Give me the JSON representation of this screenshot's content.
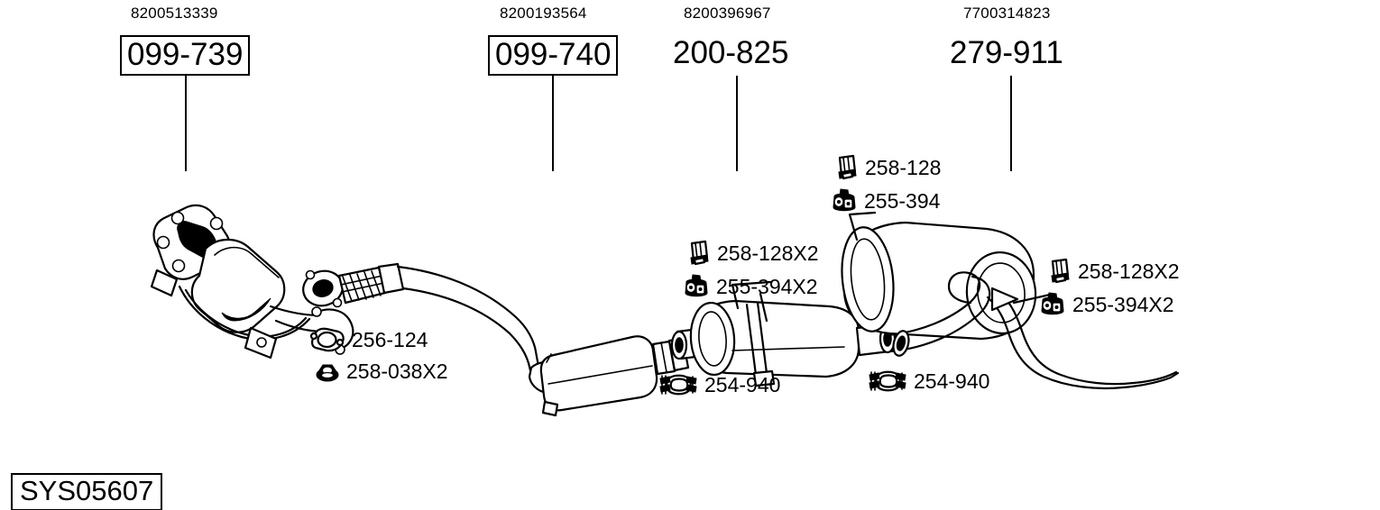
{
  "diagram": {
    "system_id": "SYS05607",
    "parts": [
      {
        "oem_code": "8200513339",
        "ref": "099-739",
        "boxed": true,
        "component": "catalytic-converter-front"
      },
      {
        "oem_code": "8200193564",
        "ref": "099-740",
        "boxed": true,
        "component": "front-pipe-with-catalyst"
      },
      {
        "oem_code": "8200396967",
        "ref": "200-825",
        "boxed": false,
        "component": "centre-silencer"
      },
      {
        "oem_code": "7700314823",
        "ref": "279-911",
        "boxed": false,
        "component": "rear-silencer"
      }
    ],
    "callouts": [
      {
        "id": "gasket-256-124",
        "label": "256-124",
        "icon": "flange-gasket-icon"
      },
      {
        "id": "nut-258-038",
        "label": "258-038X2",
        "icon": "flange-nut-icon"
      },
      {
        "id": "mount-258-128x2-centre",
        "label": "258-128X2",
        "icon": "rubber-hanger-icon"
      },
      {
        "id": "mount-255-394x2-centre",
        "label": "255-394X2",
        "icon": "rubber-mount-icon"
      },
      {
        "id": "mount-258-128-rear",
        "label": "258-128",
        "icon": "rubber-hanger-icon"
      },
      {
        "id": "mount-255-394-rear",
        "label": "255-394",
        "icon": "rubber-mount-icon"
      },
      {
        "id": "mount-258-128x2-tail",
        "label": "258-128X2",
        "icon": "rubber-hanger-icon"
      },
      {
        "id": "mount-255-394x2-tail",
        "label": "255-394X2",
        "icon": "rubber-mount-icon"
      },
      {
        "id": "clamp-254-940-centre",
        "label": "254-940",
        "icon": "exhaust-clamp-icon"
      },
      {
        "id": "clamp-254-940-rear",
        "label": "254-940",
        "icon": "exhaust-clamp-icon"
      }
    ],
    "colors": {
      "line": "#000000",
      "background": "#ffffff"
    }
  }
}
